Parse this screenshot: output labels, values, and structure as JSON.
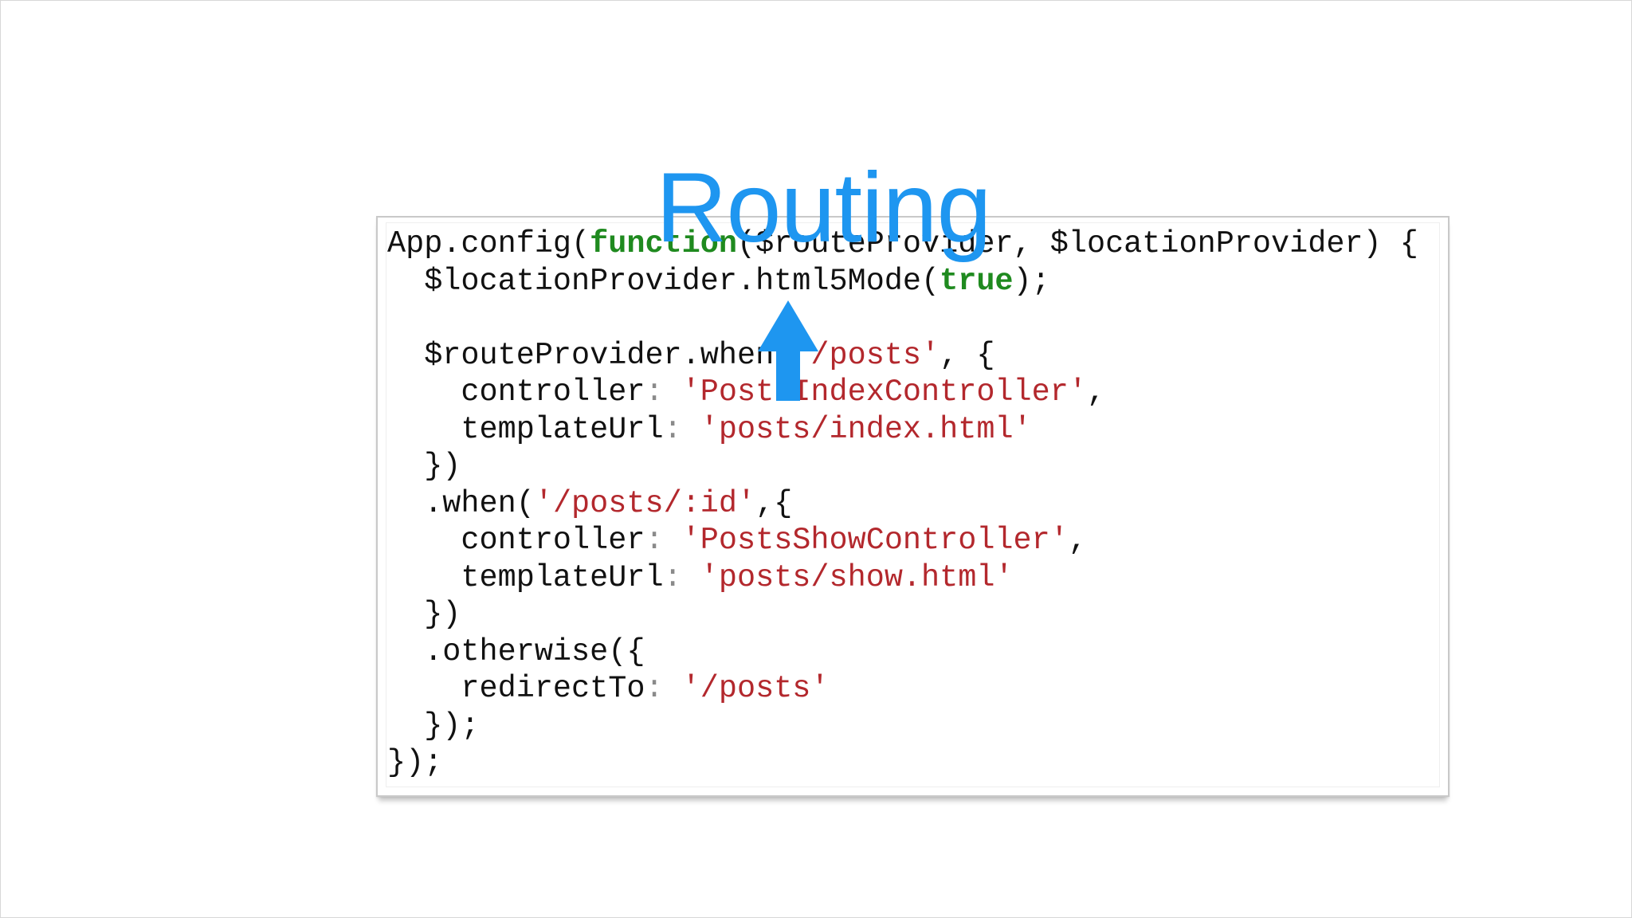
{
  "slide": {
    "title": "Routing",
    "accent_color": "#1e96f0",
    "code": {
      "keyword_color": "#1f8a1f",
      "string_color": "#b3282d",
      "lines": [
        [
          {
            "t": "App.config("
          },
          {
            "t": "function",
            "c": "kw"
          },
          {
            "t": "($routeProvider, $locationProvider) {"
          }
        ],
        [
          {
            "t": "  $locationProvider.html5Mode("
          },
          {
            "t": "true",
            "c": "kw"
          },
          {
            "t": ");"
          }
        ],
        [
          {
            "t": ""
          }
        ],
        [
          {
            "t": "  $routeProvider.when("
          },
          {
            "t": "'/posts'",
            "c": "str"
          },
          {
            "t": ", {"
          }
        ],
        [
          {
            "t": "    controller"
          },
          {
            "t": ":",
            "c": "punct"
          },
          {
            "t": " "
          },
          {
            "t": "'PostsIndexController'",
            "c": "str"
          },
          {
            "t": ","
          }
        ],
        [
          {
            "t": "    templateUrl"
          },
          {
            "t": ":",
            "c": "punct"
          },
          {
            "t": " "
          },
          {
            "t": "'posts/index.html'",
            "c": "str"
          }
        ],
        [
          {
            "t": "  })"
          }
        ],
        [
          {
            "t": "  .when("
          },
          {
            "t": "'/posts/:id'",
            "c": "str"
          },
          {
            "t": ",{"
          }
        ],
        [
          {
            "t": "    controller"
          },
          {
            "t": ":",
            "c": "punct"
          },
          {
            "t": " "
          },
          {
            "t": "'PostsShowController'",
            "c": "str"
          },
          {
            "t": ","
          }
        ],
        [
          {
            "t": "    templateUrl"
          },
          {
            "t": ":",
            "c": "punct"
          },
          {
            "t": " "
          },
          {
            "t": "'posts/show.html'",
            "c": "str"
          }
        ],
        [
          {
            "t": "  })"
          }
        ],
        [
          {
            "t": "  .otherwise({"
          }
        ],
        [
          {
            "t": "    redirectTo"
          },
          {
            "t": ":",
            "c": "punct"
          },
          {
            "t": " "
          },
          {
            "t": "'/posts'",
            "c": "str"
          }
        ],
        [
          {
            "t": "  });"
          }
        ],
        [
          {
            "t": "});"
          }
        ]
      ]
    },
    "arrow_icon": "up-arrow-icon"
  }
}
